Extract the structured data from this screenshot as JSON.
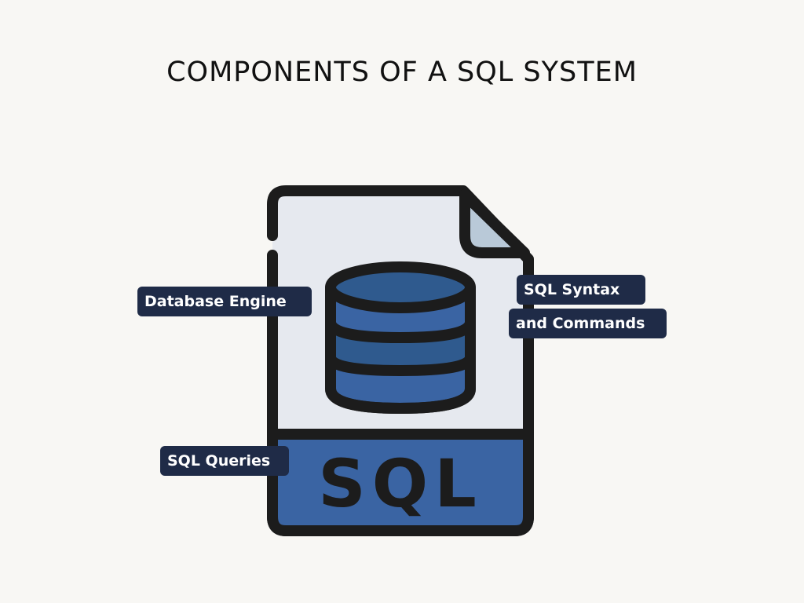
{
  "title": "COMPONENTS OF A SQL SYSTEM",
  "icon_text": "SQL",
  "labels": {
    "database_engine": "Database Engine",
    "sql_syntax_line1": "SQL Syntax",
    "sql_syntax_line2": "and Commands",
    "sql_queries": "SQL Queries"
  },
  "colors": {
    "background": "#f8f7f4",
    "label_bg": "#1f2b47",
    "blue": "#3a64a3",
    "dark_blue": "#2f5a8e",
    "page": "#e6e9ef",
    "fold": "#b9c9d8",
    "outline": "#1c1c1c"
  }
}
